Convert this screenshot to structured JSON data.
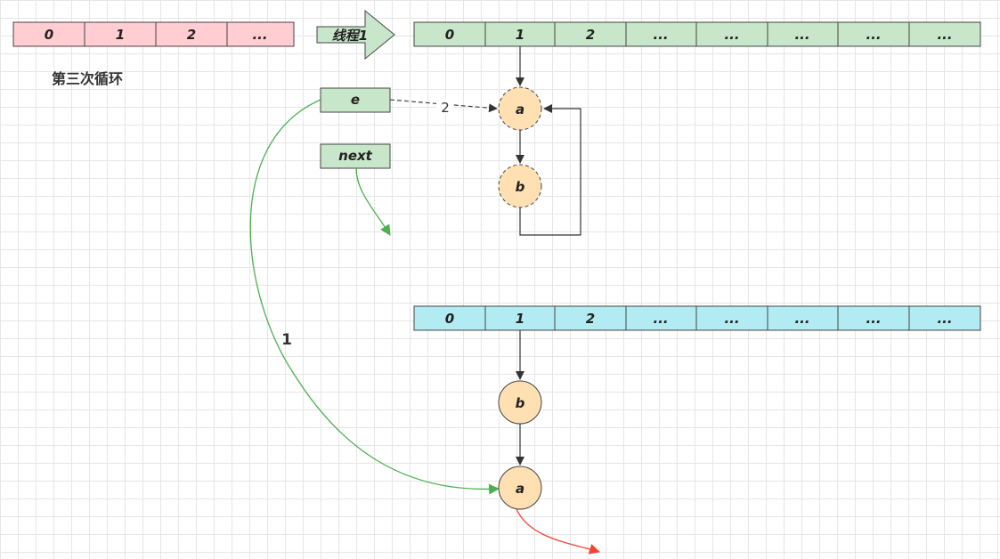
{
  "diagram": {
    "source_array": {
      "cells": [
        "0",
        "1",
        "2",
        "..."
      ],
      "fill": "#ffcdd2"
    },
    "thread_arrow_label": "线程1",
    "loop_title": "第三次循环",
    "thread_array": {
      "cells": [
        "0",
        "1",
        "2",
        "...",
        "...",
        "...",
        "...",
        "..."
      ],
      "fill": "#c8e6c9"
    },
    "pointers": {
      "e": "e",
      "next": "next"
    },
    "thread_nodes": {
      "top": "a",
      "bottom": "b"
    },
    "edge_label_dashed": "2",
    "edge_label_curve": "1",
    "result_array": {
      "cells": [
        "0",
        "1",
        "2",
        "...",
        "...",
        "...",
        "...",
        "..."
      ],
      "fill": "#b2ebf2"
    },
    "result_nodes": {
      "top": "b",
      "bottom": "a"
    },
    "colors": {
      "node_fill": "#ffe0b2",
      "stroke": "#333333",
      "green_arrow": "#4caf50",
      "red_arrow": "#f44336",
      "grid": "#e6e6e6"
    }
  }
}
